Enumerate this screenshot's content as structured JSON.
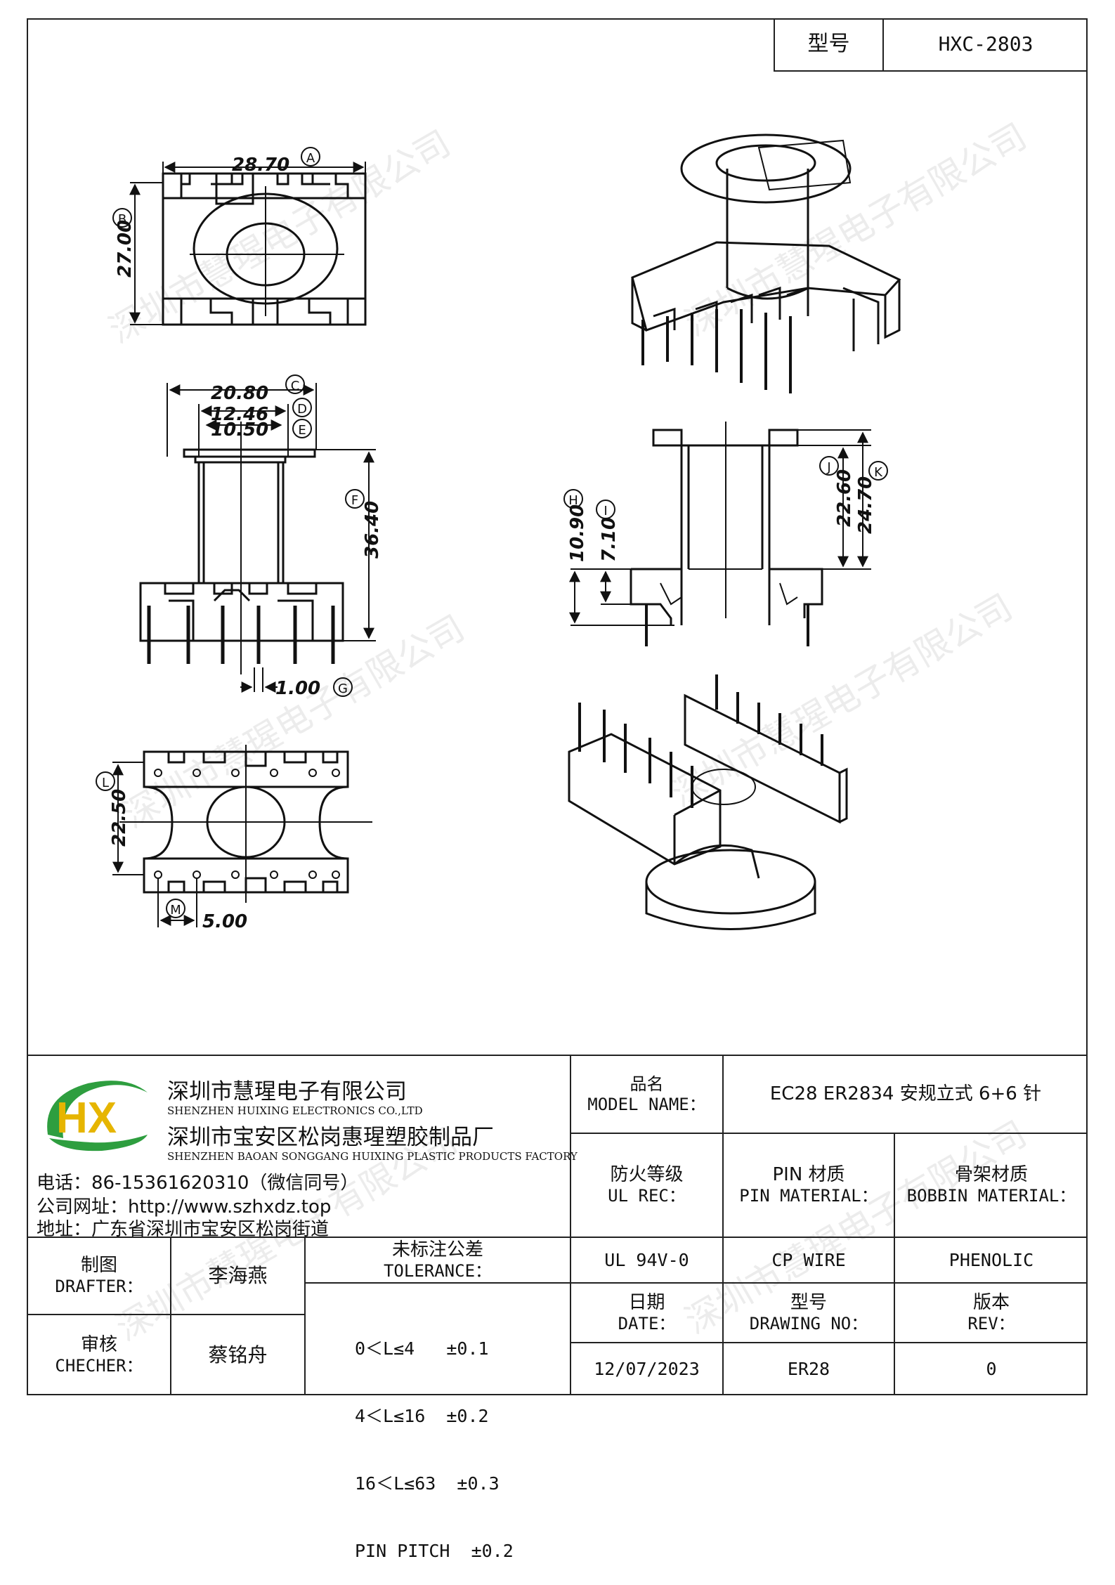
{
  "header": {
    "model_label": "型号",
    "model_value": "HXC-2803"
  },
  "dimensions": {
    "a": {
      "value": "28.70",
      "tag": "A"
    },
    "b": {
      "value": "27.00",
      "tag": "B"
    },
    "c": {
      "value": "20.80",
      "tag": "C"
    },
    "d": {
      "value": "12.46",
      "tag": "D"
    },
    "e": {
      "value": "10.50",
      "tag": "E"
    },
    "f": {
      "value": "36.40",
      "tag": "F"
    },
    "g": {
      "value": "1.00",
      "tag": "G"
    },
    "h": {
      "value": "10.90",
      "tag": "H"
    },
    "i": {
      "value": "7.10",
      "tag": "I"
    },
    "j": {
      "value": "22.60",
      "tag": "J"
    },
    "k": {
      "value": "24.70",
      "tag": "K"
    },
    "l": {
      "value": "22.50",
      "tag": "L"
    },
    "m": {
      "value": "5.00",
      "tag": "M"
    }
  },
  "watermark": "深圳市慧瑆电子有限公司",
  "company": {
    "logo_text": "HX",
    "name_cn": "深圳市慧瑆电子有限公司",
    "name_en": "SHENZHEN HUIXING ELECTRONICS CO.,LTD",
    "factory_cn": "深圳市宝安区松岗惠瑆塑胶制品厂",
    "factory_en": "SHENZHEN BAOAN SONGGANG HUIXING PLASTIC PRODUCTS FACTORY",
    "phone": "电话：86-15361620310（微信同号）",
    "website": "公司网址：http://www.szhxdz.top",
    "address": "地址：广东省深圳市宝安区松岗街道"
  },
  "title_block": {
    "model_name_label_cn": "品名",
    "model_name_label_en": "MODEL NAME：",
    "model_name_value": "EC28 ER2834 安规立式 6+6 针",
    "ul_label_cn": "防火等级",
    "ul_label_en": "UL REC：",
    "pin_mat_label_cn": "PIN 材质",
    "pin_mat_label_en": "PIN MATERIAL：",
    "bobbin_mat_label_cn": "骨架材质",
    "bobbin_mat_label_en": "BOBBIN MATERIAL：",
    "ul_value": "UL 94V-0",
    "pin_mat_value": "CP WIRE",
    "bobbin_mat_value": "PHENOLIC",
    "drafter_label_cn": "制图",
    "drafter_label_en": "DRAFTER：",
    "drafter_name": "李海燕",
    "checker_label_cn": "审核",
    "checker_label_en": "CHECHER：",
    "checker_name": "蔡铭舟",
    "tolerance_label_cn": "未标注公差",
    "tolerance_label_en": "TOLERANCE：",
    "tolerance_lines": [
      "0＜L≤4   ±0.1",
      "4＜L≤16  ±0.2",
      "16＜L≤63  ±0.3",
      "PIN PITCH  ±0.2"
    ],
    "date_label_cn": "日期",
    "date_label_en": "DATE：",
    "drawing_no_label_cn": "型号",
    "drawing_no_label_en": "DRAWING NO：",
    "rev_label_cn": "版本",
    "rev_label_en": "REV：",
    "date_value": "12/07/2023",
    "drawing_no_value": "ER28",
    "rev_value": "0"
  }
}
